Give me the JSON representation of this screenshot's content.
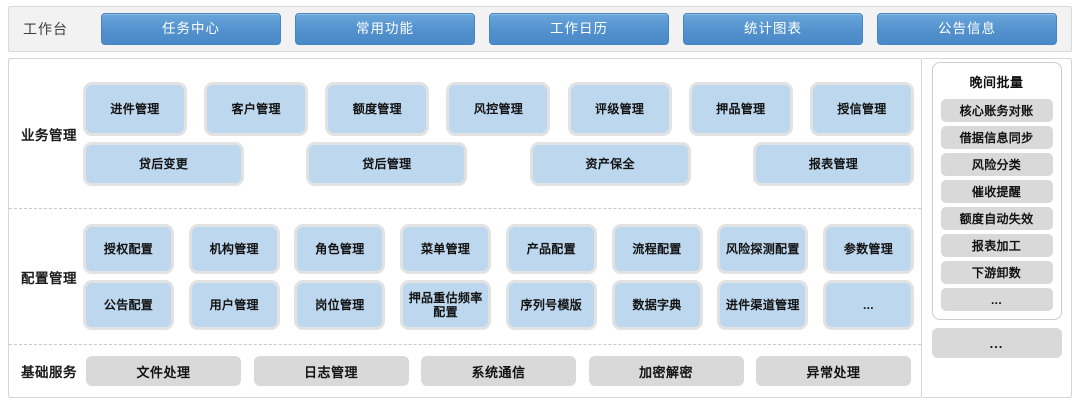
{
  "topbar": {
    "workbench_label": "工作台",
    "tabs": [
      {
        "label": "任务中心"
      },
      {
        "label": "常用功能"
      },
      {
        "label": "工作日历"
      },
      {
        "label": "统计图表"
      },
      {
        "label": "公告信息"
      }
    ],
    "accent_color": "#5291cd"
  },
  "sections": [
    {
      "label": "业务管理",
      "rows": [
        [
          {
            "label": "进件管理"
          },
          {
            "label": "客户管理"
          },
          {
            "label": "额度管理"
          },
          {
            "label": "风控管理"
          },
          {
            "label": "评级管理"
          },
          {
            "label": "押品管理"
          },
          {
            "label": "授信管理"
          }
        ],
        [
          {
            "label": "贷后变更"
          },
          {
            "label": "贷后管理"
          },
          {
            "label": "资产保全"
          },
          {
            "label": "报表管理"
          }
        ]
      ]
    },
    {
      "label": "配置管理",
      "rows": [
        [
          {
            "label": "授权配置"
          },
          {
            "label": "机构管理"
          },
          {
            "label": "角色管理"
          },
          {
            "label": "菜单管理"
          },
          {
            "label": "产品配置"
          },
          {
            "label": "流程配置"
          },
          {
            "label": "风险探测配置"
          },
          {
            "label": "参数管理"
          }
        ],
        [
          {
            "label": "公告配置"
          },
          {
            "label": "用户管理"
          },
          {
            "label": "岗位管理"
          },
          {
            "label": "押品重估频率配置"
          },
          {
            "label": "序列号模版"
          },
          {
            "label": "数据字典"
          },
          {
            "label": "进件渠道管理"
          },
          {
            "label": "..."
          }
        ]
      ]
    },
    {
      "label": "基础服务",
      "rows": [
        [
          {
            "label": "文件处理"
          },
          {
            "label": "日志管理"
          },
          {
            "label": "系统通信"
          },
          {
            "label": "加密解密"
          },
          {
            "label": "异常处理"
          }
        ]
      ]
    }
  ],
  "sidebar": {
    "title": "晚间批量",
    "items": [
      {
        "label": "核心账务对账"
      },
      {
        "label": "借据信息同步"
      },
      {
        "label": "风险分类"
      },
      {
        "label": "催收提醒"
      },
      {
        "label": "额度自动失效"
      },
      {
        "label": "报表加工"
      },
      {
        "label": "下游卸数"
      },
      {
        "label": "..."
      }
    ],
    "more_label": "..."
  },
  "colors": {
    "card_blue": "#bdd7ee",
    "pill_gray": "#d9d9d9",
    "tab_blue": "#5291cd",
    "topbar_bg": "#f2f2f2"
  }
}
